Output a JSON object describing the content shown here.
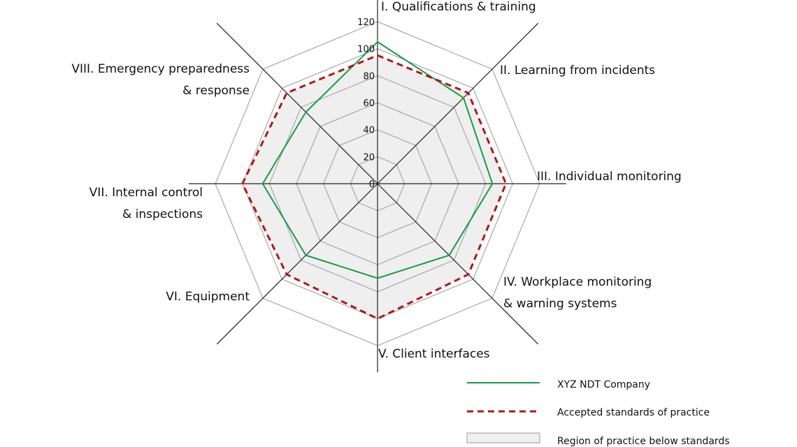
{
  "chart_data": {
    "type": "radar",
    "axes": [
      "I. Qualifications & training",
      "II. Learning from incidents",
      "III. Individual monitoring",
      "IV. Workplace monitoring & warning systems",
      "V. Client interfaces",
      "VI. Equipment",
      "VII. Internal control & inspections",
      "VIII. Emergency preparedness & response"
    ],
    "axis_label_lines": [
      [
        "I. Qualifications & training"
      ],
      [
        "II. Learning from incidents"
      ],
      [
        "III. Individual monitoring"
      ],
      [
        "IV. Workplace monitoring",
        "& warning systems"
      ],
      [
        "V. Client interfaces"
      ],
      [
        "VI. Equipment"
      ],
      [
        "VII. Internal control",
        "& inspections"
      ],
      [
        "VIII. Emergency preparedness",
        "& response"
      ]
    ],
    "ticks": [
      0,
      20,
      40,
      60,
      80,
      100,
      120
    ],
    "rlim": [
      0,
      120
    ],
    "series": [
      {
        "name": "XYZ NDT Company",
        "values": [
          105,
          90,
          85,
          75,
          70,
          75,
          85,
          75
        ],
        "color": "#1a9a4a",
        "style": "solid"
      },
      {
        "name": "Accepted standards of practice",
        "values": [
          95,
          95,
          95,
          95,
          100,
          95,
          100,
          95
        ],
        "color": "#b01818",
        "style": "dashed"
      }
    ],
    "region": {
      "name": "Region of practice below standards",
      "fill": "#efefef",
      "border": "#999999"
    },
    "grid": true,
    "legend_position": "bottom-right"
  }
}
